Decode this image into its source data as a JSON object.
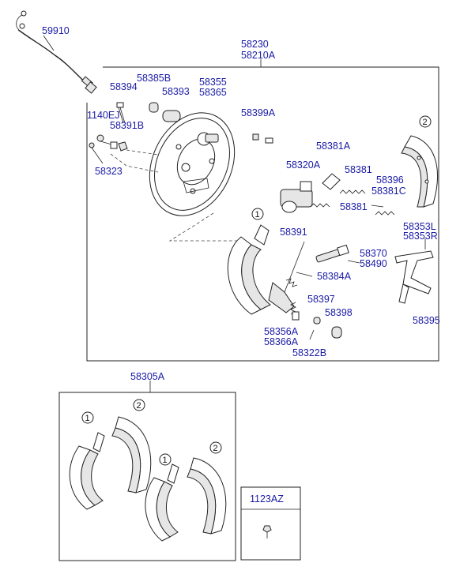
{
  "colors": {
    "label": "#1a1aa6",
    "line": "#222222",
    "background": "#ffffff"
  },
  "labels": {
    "p59910": "59910",
    "p58230": "58230",
    "p58210A": "58210A",
    "p58394": "58394",
    "p58385B": "58385B",
    "p58355": "58355",
    "p58365": "58365",
    "p58393": "58393",
    "p1140EJ": "1140EJ",
    "p58391B": "58391B",
    "p58399A": "58399A",
    "p58323": "58323",
    "p58381A": "58381A",
    "p58320A": "58320A",
    "p58381": "58381",
    "p58396": "58396",
    "p58381C": "58381C",
    "p58381b": "58381",
    "p58391": "58391",
    "p58353L": "58353L",
    "p58353R": "58353R",
    "p58370": "58370",
    "p58490": "58490",
    "p58384A": "58384A",
    "p58397": "58397",
    "p58398": "58398",
    "p58356A": "58356A",
    "p58366A": "58366A",
    "p58322B": "58322B",
    "p58395": "58395",
    "p58305A": "58305A",
    "p1123AZ": "1123AZ"
  },
  "callouts": {
    "one": "1",
    "two": "2"
  }
}
